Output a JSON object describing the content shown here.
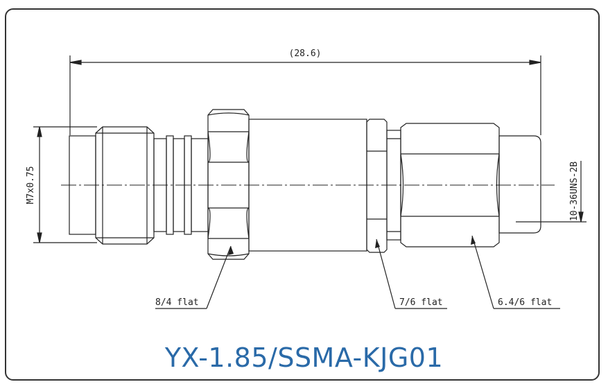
{
  "drawing": {
    "overall_length_label": "(28.6)",
    "thread_left_label": "M7x0.75",
    "thread_right_label": "10-36UNS-2B",
    "flat_labels": [
      "8/4 flat",
      "7/6 flat",
      "6.4/6 flat"
    ]
  },
  "title": "YX-1.85/SSMA-KJG01",
  "colors": {
    "title": "#2a6aa8",
    "line": "#222222",
    "frame": "#333333"
  }
}
